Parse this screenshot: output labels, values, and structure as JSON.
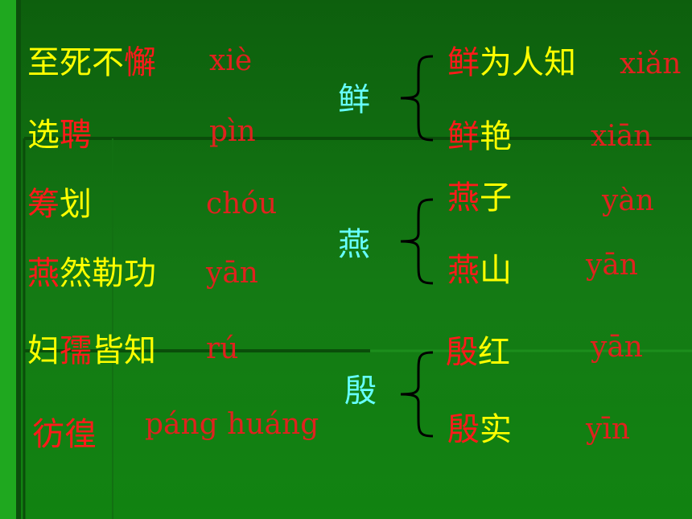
{
  "left_column": [
    {
      "parts": [
        {
          "text": "至死不",
          "color": "yellow"
        },
        {
          "text": "懈",
          "color": "red"
        }
      ],
      "pinyin": "xiè"
    },
    {
      "parts": [
        {
          "text": "选",
          "color": "yellow"
        },
        {
          "text": "聘",
          "color": "red"
        }
      ],
      "pinyin": "pìn"
    },
    {
      "parts": [
        {
          "text": "筹",
          "color": "red"
        },
        {
          "text": "划",
          "color": "yellow"
        }
      ],
      "pinyin": "chóu"
    },
    {
      "parts": [
        {
          "text": "燕",
          "color": "red"
        },
        {
          "text": "然勒功",
          "color": "yellow"
        }
      ],
      "pinyin": "yān"
    },
    {
      "parts": [
        {
          "text": "妇",
          "color": "yellow"
        },
        {
          "text": "孺",
          "color": "red"
        },
        {
          "text": "皆知",
          "color": "yellow"
        }
      ],
      "pinyin": "rú"
    },
    {
      "parts": [
        {
          "text": "彷徨",
          "color": "red"
        }
      ],
      "pinyin": "páng huáng"
    }
  ],
  "groups": [
    {
      "head": "鲜",
      "items": [
        {
          "parts": [
            {
              "text": "鲜",
              "color": "red"
            },
            {
              "text": "为人知",
              "color": "yellow"
            }
          ],
          "pinyin": "xiǎn"
        },
        {
          "parts": [
            {
              "text": "鲜",
              "color": "red"
            },
            {
              "text": "艳",
              "color": "yellow"
            }
          ],
          "pinyin": "xiān"
        }
      ]
    },
    {
      "head": "燕",
      "items": [
        {
          "parts": [
            {
              "text": "燕",
              "color": "red"
            },
            {
              "text": "子",
              "color": "yellow"
            }
          ],
          "pinyin": "yàn"
        },
        {
          "parts": [
            {
              "text": "燕",
              "color": "red"
            },
            {
              "text": "山",
              "color": "yellow"
            }
          ],
          "pinyin": "yān"
        }
      ]
    },
    {
      "head": "殷",
      "items": [
        {
          "parts": [
            {
              "text": "殷",
              "color": "red"
            },
            {
              "text": "红",
              "color": "yellow"
            }
          ],
          "pinyin": "yān"
        },
        {
          "parts": [
            {
              "text": "殷",
              "color": "red"
            },
            {
              "text": "实",
              "color": "yellow"
            }
          ],
          "pinyin": "yīn"
        }
      ]
    }
  ],
  "colors": {
    "yellow": "#ffff00",
    "red": "#ff1a1a",
    "pinyin": "#e0221e",
    "head": "#66ffff",
    "background": "#0f6a0f"
  }
}
